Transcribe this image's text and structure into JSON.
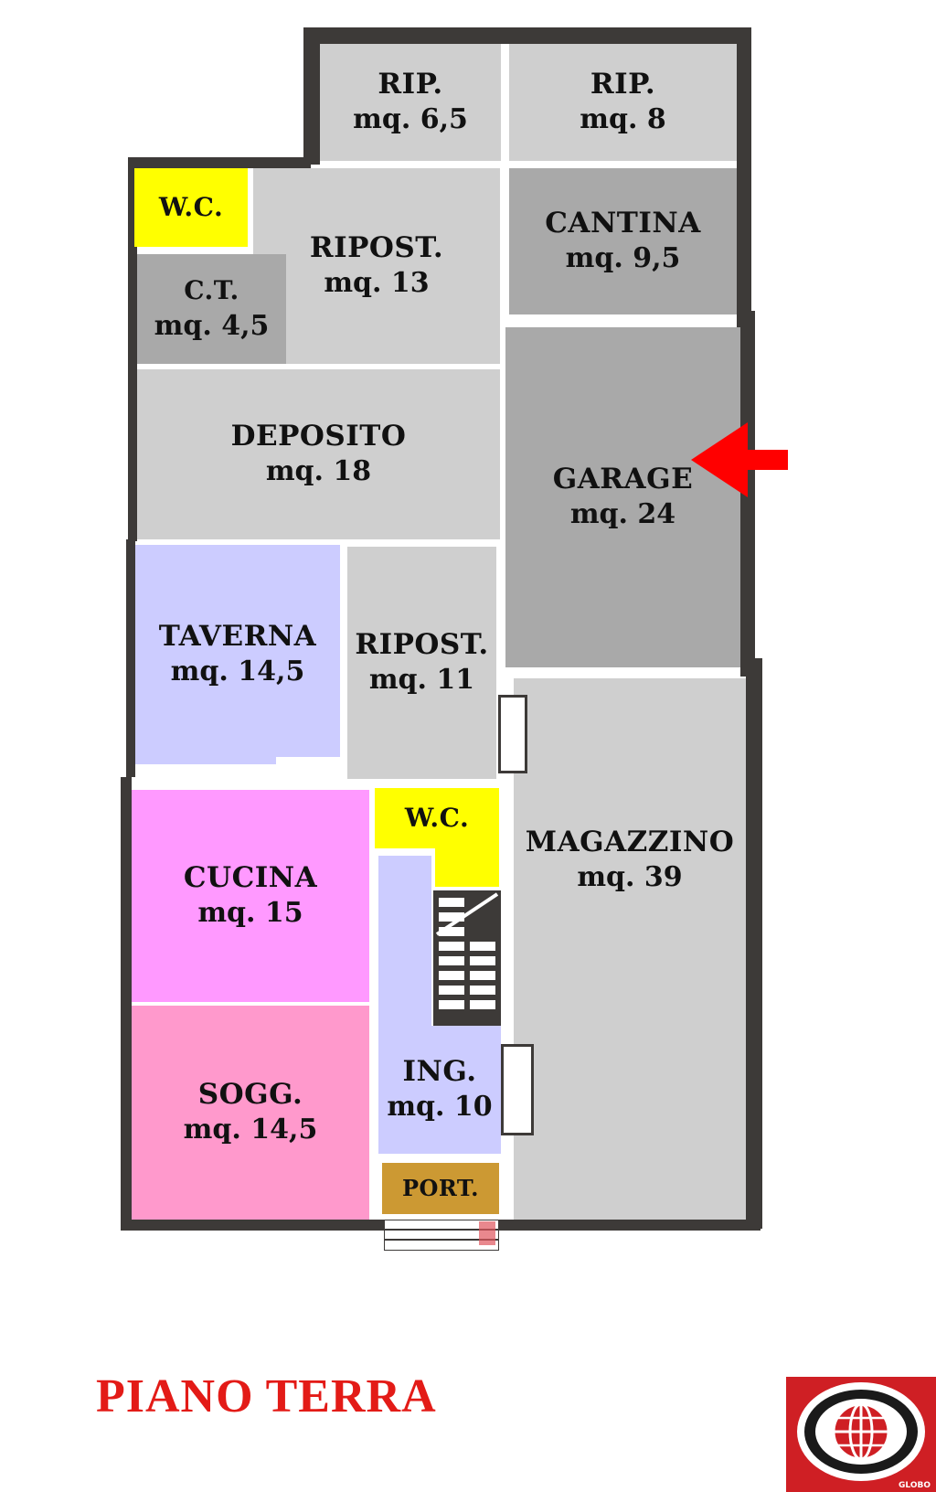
{
  "colors": {
    "wall": "#3d3a38",
    "light_gray": "#cfcfcf",
    "dark_gray": "#a9a9a9",
    "wc_yellow": "#ffff00",
    "lavender": "#ccccff",
    "kitchen_pink": "#ff99ff",
    "living_pink": "#ff99cc",
    "entry_lavender": "#ccccff",
    "porch": "#cc9933",
    "arrow": "#ff0000",
    "logo_red": "#cf1f24"
  },
  "rooms": {
    "rip_1": {
      "name": "RIP.",
      "area": "mq. 6,5"
    },
    "rip_2": {
      "name": "RIP.",
      "area": "mq. 8"
    },
    "wc_top": {
      "name": "W.C."
    },
    "ripost_13": {
      "name": "RIPOST.",
      "area": "mq. 13"
    },
    "cantina": {
      "name": "CANTINA",
      "area": "mq. 9,5"
    },
    "ct": {
      "name": "C.T.",
      "area": "mq. 4,5"
    },
    "deposito": {
      "name": "DEPOSITO",
      "area": "mq. 18"
    },
    "garage": {
      "name": "GARAGE",
      "area": "mq. 24"
    },
    "taverna": {
      "name": "TAVERNA",
      "area": "mq. 14,5"
    },
    "ripost_11": {
      "name": "RIPOST.",
      "area": "mq. 11"
    },
    "wc_bottom": {
      "name": "W.C."
    },
    "magazzino": {
      "name": "MAGAZZINO",
      "area": "mq. 39"
    },
    "cucina": {
      "name": "CUCINA",
      "area": "mq. 15"
    },
    "soggiorno": {
      "name": "SOGG.",
      "area": "mq. 14,5"
    },
    "ingresso": {
      "name": "ING.",
      "area": "mq. 10"
    },
    "porch": {
      "name": "PORT."
    }
  },
  "title": "PIANO TERRA",
  "logo": {
    "text": "GLOBO",
    "icon": "globe-icon"
  },
  "arrow_icon": "arrow-left-icon"
}
